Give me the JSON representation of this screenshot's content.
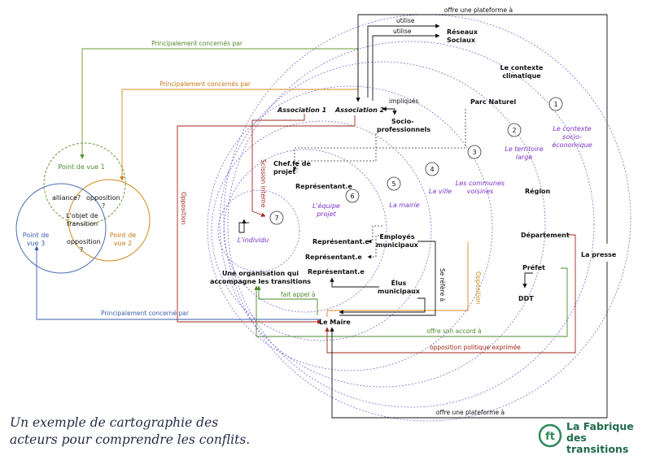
{
  "venn": {
    "pov1": "Point de vue 1",
    "pov2_l1": "Point de",
    "pov2_l2": "vue 2",
    "pov3_l1": "Point de",
    "pov3_l2": "vue 3",
    "alliance": "alliance?",
    "opp_top_l1": "opposition",
    "opp_top_l2": "?",
    "opp_bot_l1": "opposition",
    "opp_bot_l2": "?",
    "center_l1": "L'objet de",
    "center_l2": "transition"
  },
  "nodes": {
    "reseaux_l1": "Réseaux",
    "reseaux_l2": "Sociaux",
    "contexte_l1": "Le contexte",
    "contexte_l2": "climatique",
    "parc": "Parc Naturel",
    "socio_l1": "Socio-",
    "socio_l2": "professionnels",
    "asso1": "Association 1",
    "asso2": "Association 2",
    "chef_l1": "Chef.fe de",
    "chef_l2": "projet",
    "rep1": "Représentant.e",
    "rep2": "Représentant.e",
    "rep3": "Représentant.e",
    "rep4": "Représentant.e",
    "employes_l1": "Employés",
    "employes_l2": "municipaux",
    "elus_l1": "Élus",
    "elus_l2": "municipaux",
    "region": "Région",
    "departement": "Département",
    "presse": "La presse",
    "prefet": "Préfet",
    "ddt": "DDT",
    "maire": "Le Maire",
    "orga_l1": "Une organisation qui",
    "orga_l2": "accompagne les transitions"
  },
  "circles": {
    "n1": "1",
    "n2": "2",
    "n3": "3",
    "n4": "4",
    "n5": "5",
    "n6": "6",
    "n7": "7",
    "c1_l1": "Le contexte",
    "c1_l2": "socio-",
    "c1_l3": "économique",
    "c2_l1": "Le territoire",
    "c2_l2": "large",
    "c3_l1": "Les communes",
    "c3_l2": "voisines",
    "c4": "La ville",
    "c5": "La mairie",
    "c6_l1": "L'équipe",
    "c6_l2": "projet",
    "c7": "L'individu"
  },
  "edges": {
    "plateforme_top": "offre une plateforme à",
    "utilise1": "utilise",
    "utilise2": "utilise",
    "concernes1": "Principalement concernés par",
    "concernes2": "Principalement concernés par",
    "concerne3": "Principalement concerné par",
    "impliques": "impliqués",
    "scission": "Scission interne",
    "opposition_left": "Opposition",
    "opposition_right": "Opposition",
    "refere": "Se réfère à",
    "appel": "fait appel à",
    "accord": "offre son accord à",
    "opp_politique": "opposition politique exprimée",
    "plateforme_bottom": "offre une plateforme à"
  },
  "caption_l1": "Un exemple de cartographie des",
  "caption_l2": "acteurs pour comprendre les conflits.",
  "logo": {
    "icon": "ft-monogram-icon",
    "line1": "La Fabrique",
    "line2": "des transitions"
  }
}
